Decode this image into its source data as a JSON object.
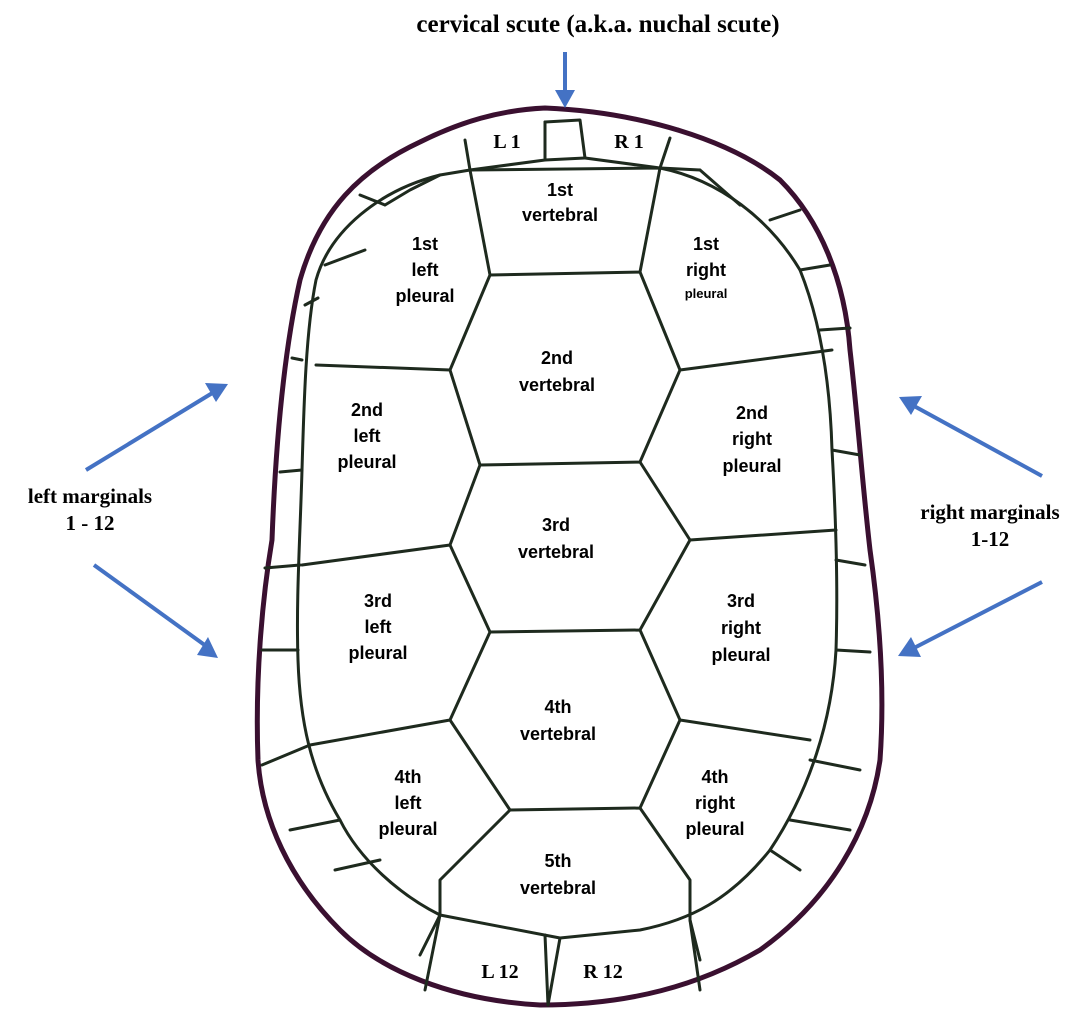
{
  "annotations": {
    "cervical": "cervical scute (a.k.a. nuchal scute)",
    "left_marginals": [
      "left marginals",
      "1 - 12"
    ],
    "right_marginals": [
      "right marginals",
      "1-12"
    ]
  },
  "marginal_labels": {
    "l1": "L 1",
    "r1": "R 1",
    "l12": "L 12",
    "r12": "R 12"
  },
  "vertebrals": [
    [
      "1st",
      "vertebral"
    ],
    [
      "2nd",
      "vertebral"
    ],
    [
      "3rd",
      "vertebral"
    ],
    [
      "4th",
      "vertebral"
    ],
    [
      "5th",
      "vertebral"
    ]
  ],
  "left_pleurals": [
    [
      "1st",
      "left",
      "pleural"
    ],
    [
      "2nd",
      "left",
      "pleural"
    ],
    [
      "3rd",
      "left",
      "pleural"
    ],
    [
      "4th",
      "left",
      "pleural"
    ]
  ],
  "right_pleurals": [
    [
      "1st",
      "right",
      "pleural"
    ],
    [
      "2nd",
      "right",
      "pleural"
    ],
    [
      "3rd",
      "right",
      "pleural"
    ],
    [
      "4th",
      "right",
      "pleural"
    ]
  ],
  "colors": {
    "arrow": "#4472c4",
    "outline": "#3a1030",
    "seam": "#1e2a1e"
  }
}
